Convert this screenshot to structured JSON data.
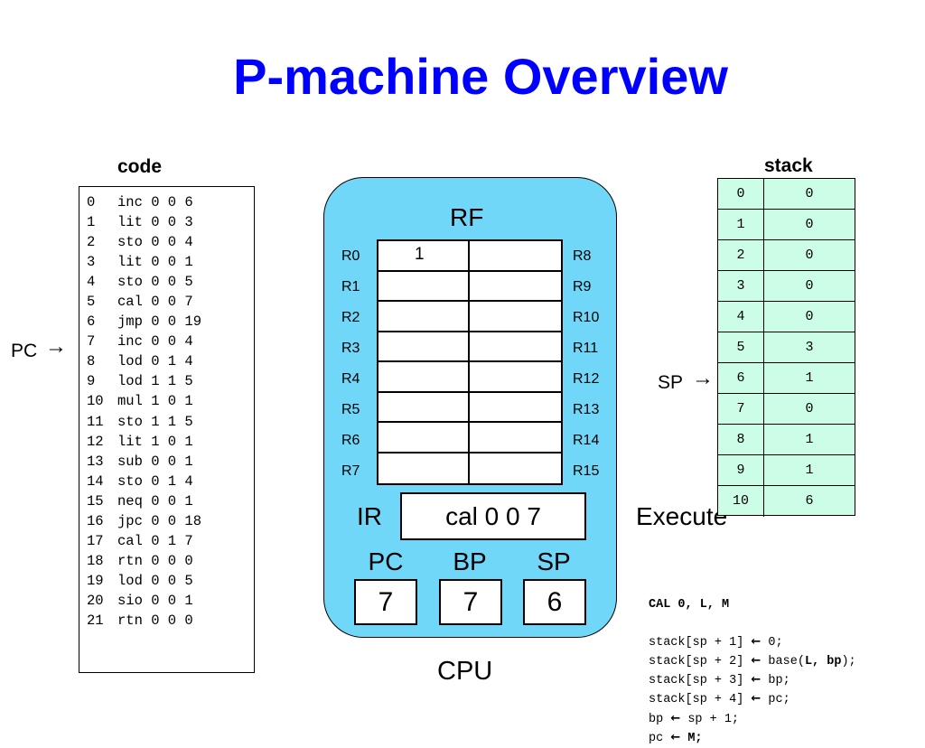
{
  "title": "P-machine Overview",
  "code": {
    "heading": "code",
    "lines": [
      {
        "n": "0",
        "instr": "inc 0 0 6"
      },
      {
        "n": "1",
        "instr": "lit 0 0 3"
      },
      {
        "n": "2",
        "instr": "sto 0 0 4"
      },
      {
        "n": "3",
        "instr": "lit 0 0 1"
      },
      {
        "n": "4",
        "instr": "sto 0 0 5"
      },
      {
        "n": "5",
        "instr": "cal 0 0 7"
      },
      {
        "n": "6",
        "instr": "jmp 0 0 19"
      },
      {
        "n": "7",
        "instr": "inc 0 0 4"
      },
      {
        "n": "8",
        "instr": "lod 0 1 4"
      },
      {
        "n": "9",
        "instr": "lod 1 1 5"
      },
      {
        "n": "10",
        "instr": "mul 1 0 1"
      },
      {
        "n": "11",
        "instr": "sto 1 1 5"
      },
      {
        "n": "12",
        "instr": "lit 1 0 1"
      },
      {
        "n": "13",
        "instr": "sub 0 0 1"
      },
      {
        "n": "14",
        "instr": "sto 0 1 4"
      },
      {
        "n": "15",
        "instr": "neq 0 0 1"
      },
      {
        "n": "16",
        "instr": "jpc 0 0 18"
      },
      {
        "n": "17",
        "instr": "cal 0 1 7"
      },
      {
        "n": "18",
        "instr": "rtn 0 0 0"
      },
      {
        "n": "19",
        "instr": "lod 0 0 5"
      },
      {
        "n": "20",
        "instr": "sio 0 0 1"
      },
      {
        "n": "21",
        "instr": "rtn 0 0 0"
      }
    ],
    "pc_pointer_label": "PC",
    "arrow_glyph": "→"
  },
  "cpu": {
    "label": "CPU",
    "rf_title": "RF",
    "registers_left": [
      "R0",
      "R1",
      "R2",
      "R3",
      "R4",
      "R5",
      "R6",
      "R7"
    ],
    "registers_right": [
      "R8",
      "R9",
      "R10",
      "R11",
      "R12",
      "R13",
      "R14",
      "R15"
    ],
    "rf_values": [
      "1",
      "",
      "",
      "",
      "",
      "",
      "",
      "",
      "",
      "",
      "",
      "",
      "",
      "",
      "",
      ""
    ],
    "ir_label": "IR",
    "ir_value": "cal 0 0 7",
    "pc_label": "PC",
    "pc_value": "7",
    "bp_label": "BP",
    "bp_value": "7",
    "sp_label": "SP",
    "sp_value": "6",
    "cycle_label": "Execute",
    "box_color": "#71d7f8"
  },
  "stack": {
    "heading": "stack",
    "sp_pointer_label": "SP",
    "rows": [
      {
        "i": "0",
        "v": "0"
      },
      {
        "i": "1",
        "v": "0"
      },
      {
        "i": "2",
        "v": "0"
      },
      {
        "i": "3",
        "v": "0"
      },
      {
        "i": "4",
        "v": "0"
      },
      {
        "i": "5",
        "v": "3"
      },
      {
        "i": "6",
        "v": "1"
      },
      {
        "i": "7",
        "v": "0"
      },
      {
        "i": "8",
        "v": "1"
      },
      {
        "i": "9",
        "v": "1"
      },
      {
        "i": "10",
        "v": "6"
      }
    ],
    "cell_color": "#cbfde7"
  },
  "cal_semantics": {
    "header": "CAL 0, L, M",
    "lines": [
      {
        "pre": "stack[sp + 1] ",
        "arrow": "🡐",
        "post": " 0;"
      },
      {
        "pre": "stack[sp + 2] ",
        "arrow": "🡐",
        "post": " base(",
        "bold": "L, bp",
        "tail": ");"
      },
      {
        "pre": "stack[sp + 3] ",
        "arrow": "🡐",
        "post": " bp;"
      },
      {
        "pre": "stack[sp + 4] ",
        "arrow": "🡐",
        "post": " pc;"
      },
      {
        "pre": "bp ",
        "arrow": "🡐",
        "post": " sp + 1;"
      },
      {
        "pre": "pc ",
        "arrow": "🡐",
        "bold": " M;"
      }
    ]
  },
  "colors": {
    "title": "#0000ff"
  }
}
